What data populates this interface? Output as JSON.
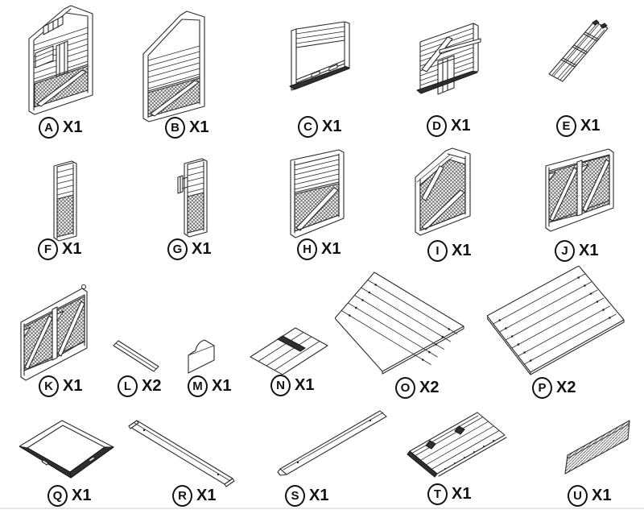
{
  "page": {
    "background": "#ffffff",
    "divider_color": "#e9e4e0"
  },
  "parts": [
    {
      "letter": "A",
      "qty": "X1"
    },
    {
      "letter": "B",
      "qty": "X1"
    },
    {
      "letter": "C",
      "qty": "X1"
    },
    {
      "letter": "D",
      "qty": "X1"
    },
    {
      "letter": "E",
      "qty": "X1"
    },
    {
      "letter": "F",
      "qty": "X1"
    },
    {
      "letter": "G",
      "qty": "X1"
    },
    {
      "letter": "H",
      "qty": "X1"
    },
    {
      "letter": "I",
      "qty": "X1"
    },
    {
      "letter": "J",
      "qty": "X1"
    },
    {
      "letter": "K",
      "qty": "X1"
    },
    {
      "letter": "L",
      "qty": "X2"
    },
    {
      "letter": "M",
      "qty": "X1"
    },
    {
      "letter": "N",
      "qty": "X1"
    },
    {
      "letter": "O",
      "qty": "X2"
    },
    {
      "letter": "P",
      "qty": "X2"
    },
    {
      "letter": "Q",
      "qty": "X1"
    },
    {
      "letter": "R",
      "qty": "X1"
    },
    {
      "letter": "S",
      "qty": "X1"
    },
    {
      "letter": "T",
      "qty": "X1"
    },
    {
      "letter": "U",
      "qty": "X1"
    }
  ]
}
